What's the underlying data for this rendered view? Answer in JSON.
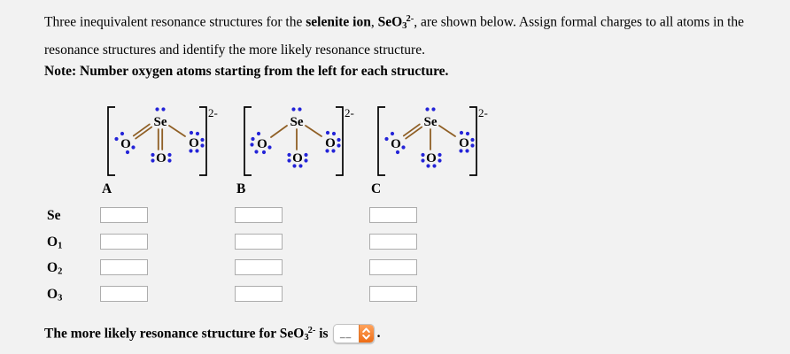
{
  "intro": {
    "runs": [
      {
        "text": "Three inequivalent resonance structures for the ",
        "bold": false
      },
      {
        "text": "selenite ion",
        "bold": true
      },
      {
        "text": ", ",
        "bold": false
      },
      {
        "text": "SeO",
        "bold": true
      },
      {
        "text": "3",
        "bold": true,
        "script": "sub"
      },
      {
        "text": "2-",
        "bold": true,
        "script": "sup"
      },
      {
        "text": ", are shown below. Assign formal charges to all atoms in the resonance structures and identify the more likely resonance structure.",
        "bold": false
      }
    ]
  },
  "note": {
    "text": "Note: Number oxygen atoms starting from the left for each structure."
  },
  "structures": [
    {
      "label": "A",
      "charge": "2-",
      "central": {
        "symbol": "Se",
        "lone_pairs": 1
      },
      "oxygens": [
        {
          "symbol": "O",
          "pos": "left",
          "bond_order": 2,
          "lone_pairs": [
            "tl",
            "br"
          ]
        },
        {
          "symbol": "O",
          "pos": "bottom",
          "bond_order": 2,
          "lone_pairs": [
            "l",
            "r"
          ]
        },
        {
          "symbol": "O",
          "pos": "right",
          "bond_order": 1,
          "lone_pairs": [
            "t",
            "r",
            "b"
          ]
        }
      ]
    },
    {
      "label": "B",
      "charge": "2-",
      "central": {
        "symbol": "Se",
        "lone_pairs": 1
      },
      "oxygens": [
        {
          "symbol": "O",
          "pos": "left",
          "bond_order": 1,
          "lone_pairs": [
            "tl",
            "ll",
            "br"
          ]
        },
        {
          "symbol": "O",
          "pos": "bottom",
          "bond_order": 1,
          "lone_pairs": [
            "l",
            "r",
            "b"
          ]
        },
        {
          "symbol": "O",
          "pos": "right",
          "bond_order": 1,
          "lone_pairs": [
            "t",
            "r",
            "b"
          ]
        }
      ]
    },
    {
      "label": "C",
      "charge": "2-",
      "central": {
        "symbol": "Se",
        "lone_pairs": 1
      },
      "oxygens": [
        {
          "symbol": "O",
          "pos": "left",
          "bond_order": 2,
          "lone_pairs": [
            "tl",
            "br"
          ]
        },
        {
          "symbol": "O",
          "pos": "bottom",
          "bond_order": 1,
          "lone_pairs": [
            "l",
            "r",
            "b"
          ]
        },
        {
          "symbol": "O",
          "pos": "right",
          "bond_order": 1,
          "lone_pairs": [
            "t",
            "r",
            "b"
          ]
        }
      ]
    }
  ],
  "table": {
    "columns": [
      "A",
      "B",
      "C"
    ],
    "rows": [
      {
        "label": "Se",
        "sub": "",
        "key": "Se"
      },
      {
        "label": "O",
        "sub": "1",
        "key": "O1"
      },
      {
        "label": "O",
        "sub": "2",
        "key": "O2"
      },
      {
        "label": "O",
        "sub": "3",
        "key": "O3"
      }
    ],
    "cell_value": ""
  },
  "conclusion": {
    "runs": [
      {
        "text": "The more likely resonance structure for ",
        "bold": true
      },
      {
        "text": "SeO",
        "bold": true
      },
      {
        "text": "3",
        "bold": true,
        "script": "sub"
      },
      {
        "text": "2-",
        "bold": true,
        "script": "sup"
      },
      {
        "text": " is",
        "bold": true
      }
    ],
    "select_value": "__",
    "suffix": "."
  },
  "colors": {
    "bond": "#8f5f25",
    "lone_pair": "#2424d8",
    "select_orange_top": "#ffa35d",
    "select_orange_bottom": "#ee6c14",
    "background": "#f2f2f2"
  }
}
